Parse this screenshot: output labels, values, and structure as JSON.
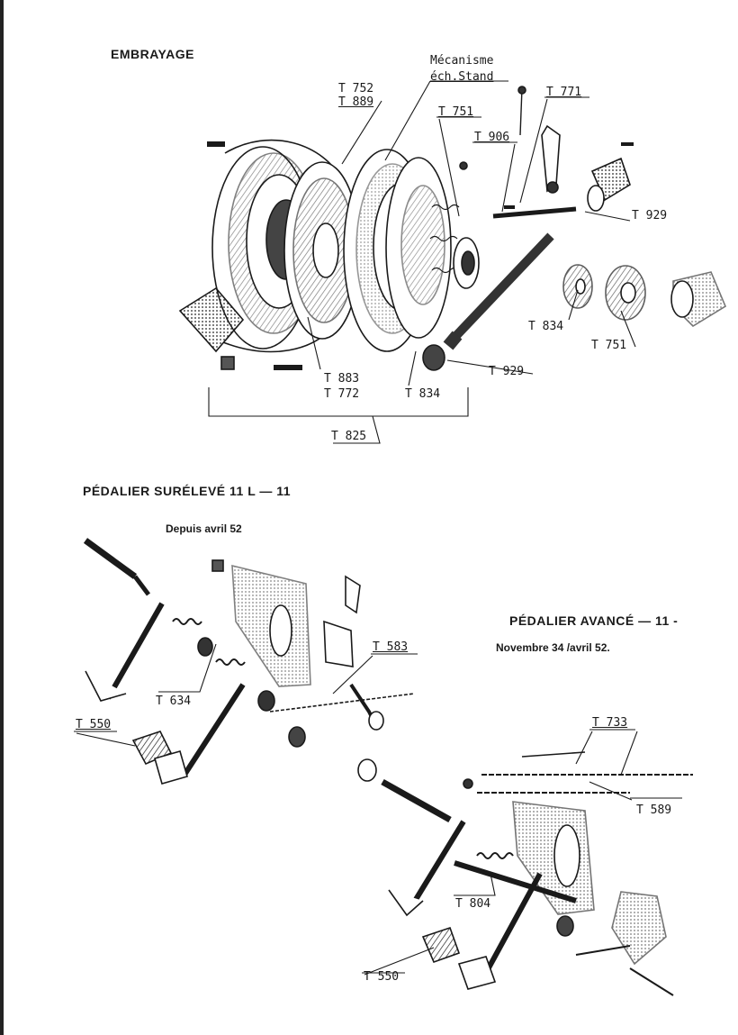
{
  "sections": {
    "embrayage": {
      "title": "EMBRAYAGE",
      "labels": [
        "Mécanisme",
        "éch.Stand",
        "T 752",
        "T 889",
        "T 751",
        "T 771",
        "T 906",
        "T 929",
        "T 834",
        "T 751",
        "T 883",
        "T 772",
        "T 834",
        "T 929",
        "T 825"
      ]
    },
    "pedalier_sureleve": {
      "title": "PÉDALIER SURÉLEVÉ 11 L — 11",
      "subtitle": "Depuis avril 52",
      "labels": [
        "T 583",
        "T 634",
        "T 550"
      ]
    },
    "pedalier_avance": {
      "title": "PÉDALIER AVANCÉ — 11 -",
      "subtitle": "Novembre 34 /avril 52.",
      "labels": [
        "T 733",
        "T 589",
        "T 804",
        "T 550"
      ]
    }
  }
}
